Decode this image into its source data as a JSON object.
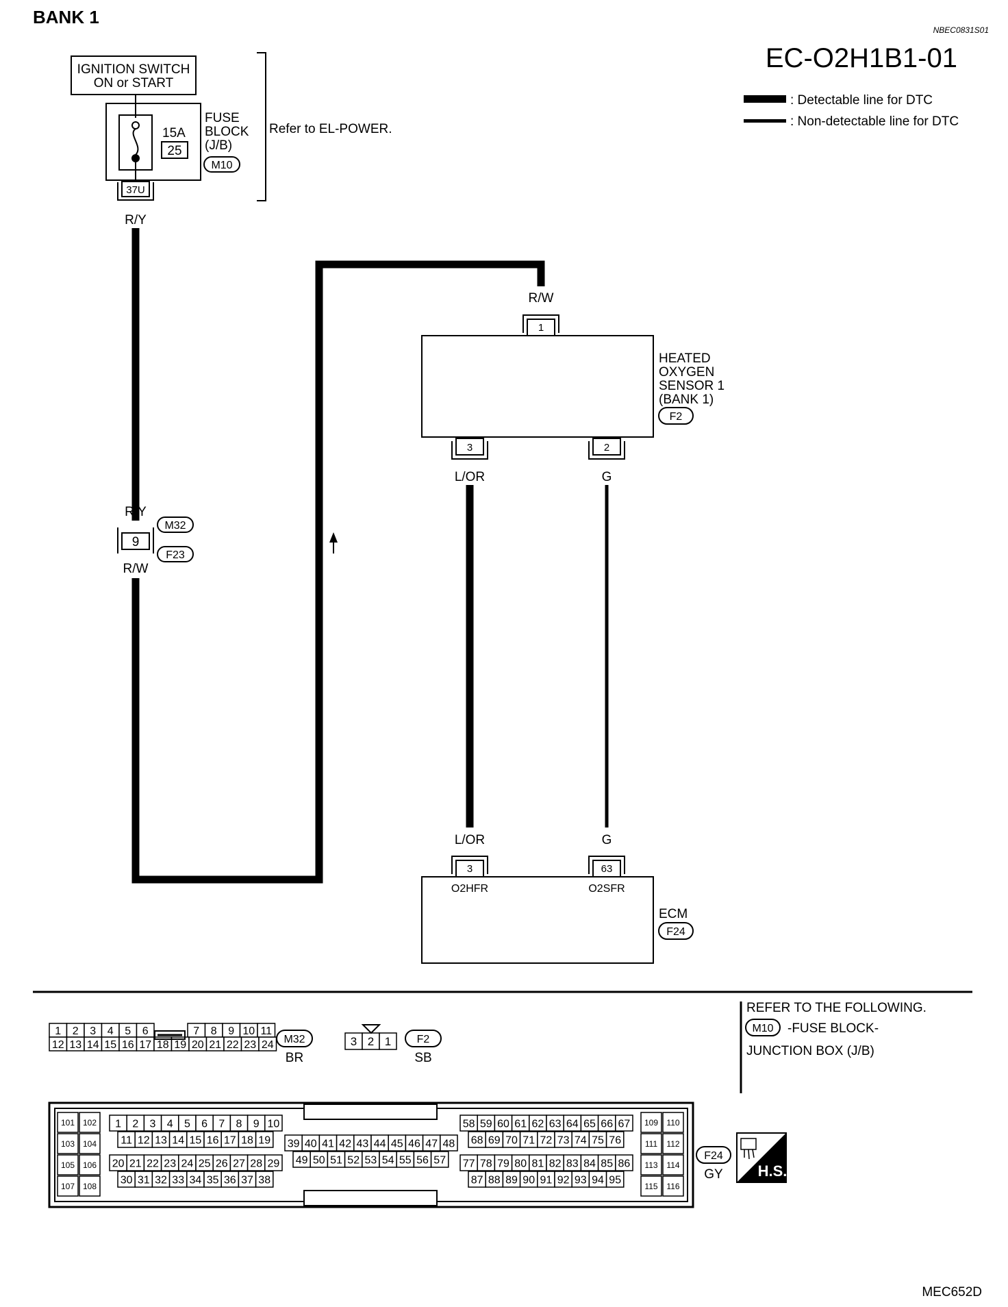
{
  "page": {
    "heading": "BANK 1",
    "ref_code": "NBEC0831S01",
    "diagram_id": "EC-O2H1B1-01",
    "footer_code": "MEC652D"
  },
  "legend": {
    "thick": ": Detectable line for DTC",
    "thin": ": Non-detectable line for DTC"
  },
  "ignition": {
    "line1": "IGNITION SWITCH",
    "line2": "ON or START"
  },
  "fuse": {
    "amp": "15A",
    "number": "25",
    "label1": "FUSE",
    "label2": "BLOCK",
    "label3": "(J/B)",
    "connector": "M10",
    "terminal": "37U",
    "refer": "Refer to EL-POWER."
  },
  "wires": {
    "fuse_out": "R/Y",
    "joint_in": "R/Y",
    "joint_out": "R/W",
    "sensor_in": "R/W",
    "sensor_pin3": "L/OR",
    "sensor_pin2": "G",
    "ecm_pin3": "L/OR",
    "ecm_pin63": "G"
  },
  "joint": {
    "pin": "9",
    "connector_a": "M32",
    "connector_b": "F23"
  },
  "sensor": {
    "line1": "HEATED",
    "line2": "OXYGEN",
    "line3": "SENSOR 1",
    "line4": "(BANK 1)",
    "connector": "F2",
    "pin_top": "1",
    "pin_left": "3",
    "pin_right": "2"
  },
  "ecm": {
    "label": "ECM",
    "connector": "F24",
    "pin_left": "3",
    "pin_right": "63",
    "term_left": "O2HFR",
    "term_right": "O2SFR"
  },
  "refer_box": {
    "line1": "REFER TO THE FOLLOWING.",
    "connector": "M10",
    "line2": "-FUSE BLOCK-",
    "line3": "JUNCTION BOX (J/B)"
  },
  "connector_views": {
    "m32": {
      "name": "M32",
      "color": "BR",
      "top": [
        "1",
        "2",
        "3",
        "4",
        "5",
        "6",
        "7",
        "8",
        "9",
        "10",
        "11"
      ],
      "bottom": [
        "12",
        "13",
        "14",
        "15",
        "16",
        "17",
        "18",
        "19",
        "20",
        "21",
        "22",
        "23",
        "24"
      ]
    },
    "f2": {
      "name": "F2",
      "color": "SB",
      "pins": [
        "3",
        "2",
        "1"
      ]
    },
    "f24": {
      "name": "F24",
      "color": "GY",
      "left": [
        "101",
        "102",
        "103",
        "104",
        "105",
        "106",
        "107",
        "108"
      ],
      "g1_r1": [
        "1",
        "2",
        "3",
        "4",
        "5",
        "6",
        "7",
        "8",
        "9",
        "10"
      ],
      "g1_r2": [
        "11",
        "12",
        "13",
        "14",
        "15",
        "16",
        "17",
        "18",
        "19"
      ],
      "g1_r3": [
        "20",
        "21",
        "22",
        "23",
        "24",
        "25",
        "26",
        "27",
        "28",
        "29"
      ],
      "g1_r4": [
        "30",
        "31",
        "32",
        "33",
        "34",
        "35",
        "36",
        "37",
        "38"
      ],
      "mid_r1": [
        "39",
        "40",
        "41",
        "42",
        "43",
        "44",
        "45",
        "46",
        "47",
        "48"
      ],
      "mid_r2": [
        "49",
        "50",
        "51",
        "52",
        "53",
        "54",
        "55",
        "56",
        "57"
      ],
      "g3_r1": [
        "58",
        "59",
        "60",
        "61",
        "62",
        "63",
        "64",
        "65",
        "66",
        "67"
      ],
      "g3_r2": [
        "68",
        "69",
        "70",
        "71",
        "72",
        "73",
        "74",
        "75",
        "76"
      ],
      "g3_r3": [
        "77",
        "78",
        "79",
        "80",
        "81",
        "82",
        "83",
        "84",
        "85",
        "86"
      ],
      "g3_r4": [
        "87",
        "88",
        "89",
        "90",
        "91",
        "92",
        "93",
        "94",
        "95"
      ],
      "right": [
        "109",
        "110",
        "111",
        "112",
        "113",
        "114",
        "115",
        "116"
      ]
    },
    "hs_badge": "H.S."
  }
}
